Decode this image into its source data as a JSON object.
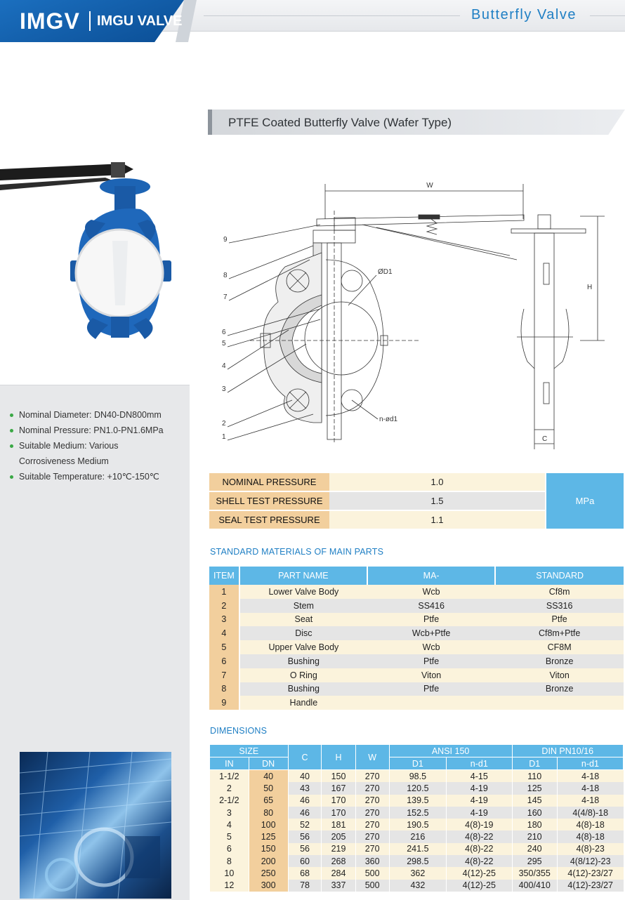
{
  "header": {
    "logo": "IMGV",
    "brand": "IMGU VALVE",
    "title": "Butterfly Valve"
  },
  "section": {
    "title": "PTFE Coated Butterfly Valve (Wafer Type)"
  },
  "features": [
    {
      "text": "Nominal Diameter: DN40-DN800mm"
    },
    {
      "text": "Nominal Pressure: PN1.0-PN1.6MPa"
    },
    {
      "text": "Suitable Medium: Various"
    },
    {
      "text": "Corrosiveness Medium"
    },
    {
      "text": "Suitable Temperature: +10℃-150℃"
    }
  ],
  "drawing": {
    "dim_w": "W",
    "dim_h": "H",
    "dim_c": "C",
    "dim_d1": "ØD1",
    "dim_nd1": "n-ød1",
    "callouts": [
      "9",
      "8",
      "7",
      "6",
      "5",
      "4",
      "3",
      "2",
      "1"
    ]
  },
  "pressure": {
    "rows": [
      {
        "label": "NOMINAL PRESSURE",
        "value": "1.0"
      },
      {
        "label": "SHELL TEST PRESSURE",
        "value": "1.5"
      },
      {
        "label": "SEAL TEST PRESSURE",
        "value": "1.1"
      }
    ],
    "unit": "MPa"
  },
  "materials": {
    "heading": "STANDARD MATERIALS OF MAIN PARTS",
    "headers": {
      "item": "ITEM",
      "part": "PART  NAME",
      "material": "MA-",
      "standard": "STANDARD"
    },
    "rows": [
      {
        "item": "1",
        "part": "Lower Valve Body",
        "material": "Wcb",
        "standard": "Cf8m"
      },
      {
        "item": "2",
        "part": "Stem",
        "material": "SS416",
        "standard": "SS316"
      },
      {
        "item": "3",
        "part": "Seat",
        "material": "Ptfe",
        "standard": "Ptfe"
      },
      {
        "item": "4",
        "part": "Disc",
        "material": "Wcb+Ptfe",
        "standard": "Cf8m+Ptfe"
      },
      {
        "item": "5",
        "part": "Upper Valve Body",
        "material": "Wcb",
        "standard": "CF8M"
      },
      {
        "item": "6",
        "part": "Bushing",
        "material": "Ptfe",
        "standard": "Bronze"
      },
      {
        "item": "7",
        "part": "O Ring",
        "material": "Viton",
        "standard": "Viton"
      },
      {
        "item": "8",
        "part": "Bushing",
        "material": "Ptfe",
        "standard": "Bronze"
      },
      {
        "item": "9",
        "part": "Handle",
        "material": "",
        "standard": ""
      }
    ]
  },
  "dimensions": {
    "heading": "DIMENSIONS",
    "headers": {
      "size": "SIZE",
      "in": "IN",
      "dn": "DN",
      "c": "C",
      "h": "H",
      "w": "W",
      "ansi": "ANSI 150",
      "din": "DIN PN10/16",
      "d1": "D1",
      "nd1": "n-d1"
    },
    "rows": [
      {
        "in": "1-1/2",
        "dn": "40",
        "c": "40",
        "h": "150",
        "w": "270",
        "ansi_d1": "98.5",
        "ansi_nd1": "4-15",
        "din_d1": "110",
        "din_nd1": "4-18"
      },
      {
        "in": "2",
        "dn": "50",
        "c": "43",
        "h": "167",
        "w": "270",
        "ansi_d1": "120.5",
        "ansi_nd1": "4-19",
        "din_d1": "125",
        "din_nd1": "4-18"
      },
      {
        "in": "2-1/2",
        "dn": "65",
        "c": "46",
        "h": "170",
        "w": "270",
        "ansi_d1": "139.5",
        "ansi_nd1": "4-19",
        "din_d1": "145",
        "din_nd1": "4-18"
      },
      {
        "in": "3",
        "dn": "80",
        "c": "46",
        "h": "170",
        "w": "270",
        "ansi_d1": "152.5",
        "ansi_nd1": "4-19",
        "din_d1": "160",
        "din_nd1": "4(4/8)-18"
      },
      {
        "in": "4",
        "dn": "100",
        "c": "52",
        "h": "181",
        "w": "270",
        "ansi_d1": "190.5",
        "ansi_nd1": "4(8)-19",
        "din_d1": "180",
        "din_nd1": "4(8)-18"
      },
      {
        "in": "5",
        "dn": "125",
        "c": "56",
        "h": "205",
        "w": "270",
        "ansi_d1": "216",
        "ansi_nd1": "4(8)-22",
        "din_d1": "210",
        "din_nd1": "4(8)-18"
      },
      {
        "in": "6",
        "dn": "150",
        "c": "56",
        "h": "219",
        "w": "270",
        "ansi_d1": "241.5",
        "ansi_nd1": "4(8)-22",
        "din_d1": "240",
        "din_nd1": "4(8)-23"
      },
      {
        "in": "8",
        "dn": "200",
        "c": "60",
        "h": "268",
        "w": "360",
        "ansi_d1": "298.5",
        "ansi_nd1": "4(8)-22",
        "din_d1": "295",
        "din_nd1": "4(8/12)-23"
      },
      {
        "in": "10",
        "dn": "250",
        "c": "68",
        "h": "284",
        "w": "500",
        "ansi_d1": "362",
        "ansi_nd1": "4(12)-25",
        "din_d1": "350/355",
        "din_nd1": "4(12)-23/27"
      },
      {
        "in": "12",
        "dn": "300",
        "c": "78",
        "h": "337",
        "w": "500",
        "ansi_d1": "432",
        "ansi_nd1": "4(12)-25",
        "din_d1": "400/410",
        "din_nd1": "4(12)-23/27"
      }
    ]
  }
}
